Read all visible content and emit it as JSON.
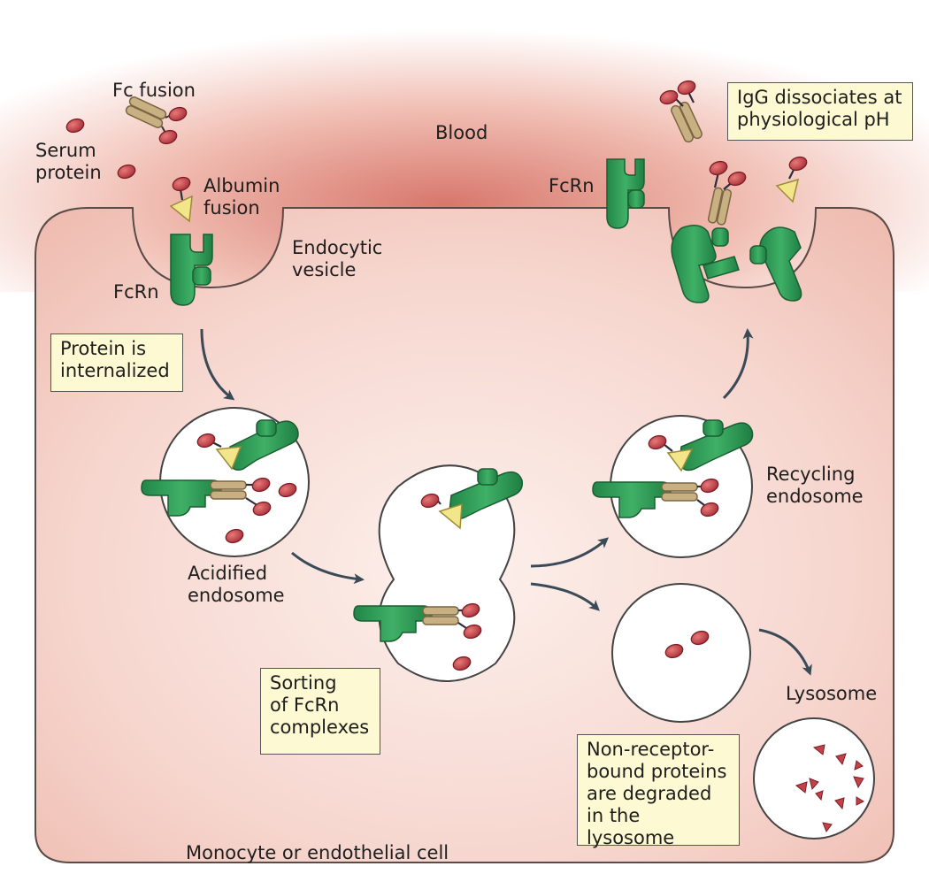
{
  "labels": {
    "fc_fusion": "Fc fusion",
    "serum_protein": "Serum\nprotein",
    "albumin_fusion": "Albumin\nfusion",
    "blood": "Blood",
    "fcrn_left": "FcRn",
    "fcrn_top": "FcRn",
    "endocytic_vesicle": "Endocytic\nvesicle",
    "acidified_endosome": "Acidified\nendosome",
    "recycling_endosome": "Recycling\nendosome",
    "lysosome": "Lysosome",
    "cell_type": "Monocyte or endothelial cell"
  },
  "boxes": {
    "igg_dissociates": "IgG dissociates at\nphysiological pH",
    "protein_internalized": "Protein is\ninternalized",
    "sorting": "Sorting\nof FcRn\ncomplexes",
    "degraded": "Non-receptor-\nbound proteins\nare degraded\nin the lysosome"
  },
  "colors": {
    "fcrn_green": "#2f9a55",
    "fc_tan": "#c8b082",
    "protein_red": "#c2424a",
    "albumin_yellow": "#f3e58a",
    "cell_pink": "#f2c7bd",
    "blood_red": "#d8776c",
    "note_yellow": "#fdf9d2",
    "arrow": "#3a4a57"
  }
}
